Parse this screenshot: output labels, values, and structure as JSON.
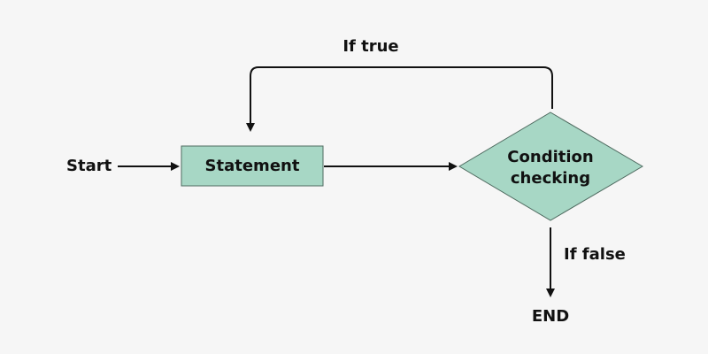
{
  "diagram": {
    "start_label": "Start",
    "statement_label": "Statement",
    "condition_label_line1": "Condition",
    "condition_label_line2": "checking",
    "true_label": "If true",
    "false_label": "If false",
    "end_label": "END"
  },
  "colors": {
    "background": "#f6f6f6",
    "node_fill": "#a7d7c5",
    "node_stroke": "#4f6b60",
    "arrow": "#111111",
    "text": "#111111"
  }
}
